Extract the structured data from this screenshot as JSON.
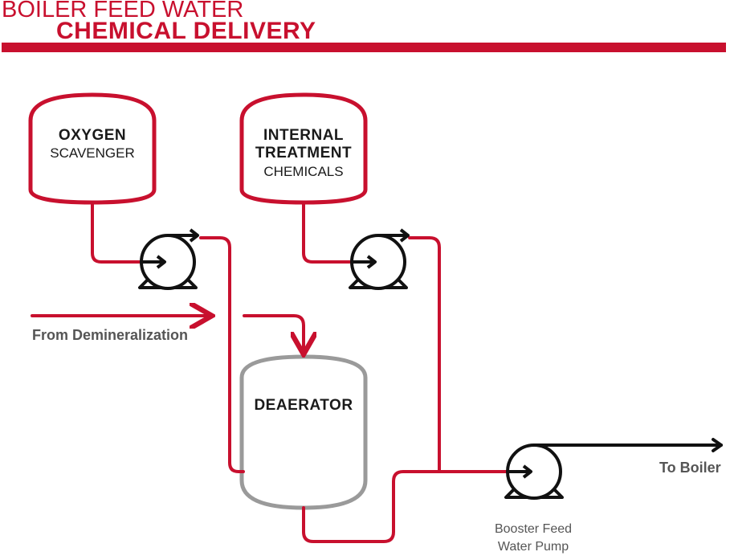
{
  "title": {
    "line1": "BOILER FEED WATER",
    "line2": "CHEMICAL DELIVERY"
  },
  "tanks": {
    "oxygen": {
      "bold": "OXYGEN",
      "regular": "SCAVENGER"
    },
    "internal": {
      "bold_line1": "INTERNAL",
      "bold_line2": "TREATMENT",
      "regular": "CHEMICALS"
    },
    "deaerator": {
      "bold": "DEAERATOR"
    }
  },
  "labels": {
    "inlet": "From Demineralization",
    "outlet": "To Boiler",
    "booster_line1": "Booster Feed",
    "booster_line2": "Water Pump"
  },
  "colors": {
    "accent": "#c8102e",
    "line": "#c8102e",
    "pump": "#111111",
    "deaerator_outline": "#9a9a9a",
    "label_gray": "#555555"
  }
}
